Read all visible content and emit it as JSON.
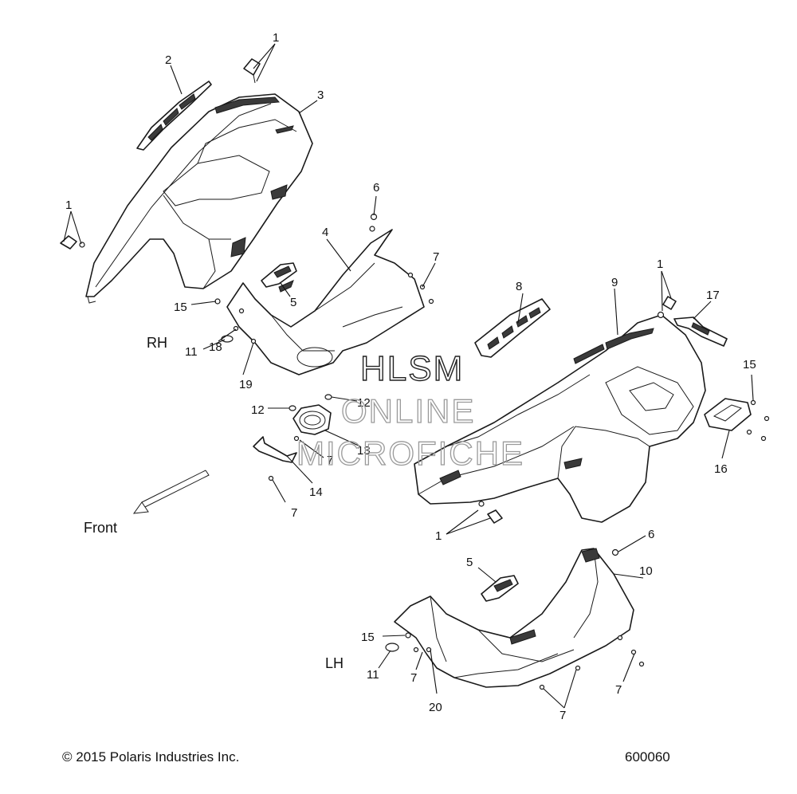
{
  "diagram": {
    "callouts": {
      "c1a": "1",
      "c1b": "1",
      "c1c": "1",
      "c1d": "1",
      "c2": "2",
      "c3": "3",
      "c4": "4",
      "c5a": "5",
      "c5b": "5",
      "c6a": "6",
      "c6b": "6",
      "c7a": "7",
      "c7b": "7",
      "c7c": "7",
      "c7d": "7",
      "c7e": "7",
      "c7f": "7",
      "c7g": "7",
      "c8": "8",
      "c9": "9",
      "c10": "10",
      "c11a": "11",
      "c11b": "11",
      "c12a": "12",
      "c12b": "12",
      "c13": "13",
      "c14": "14",
      "c15a": "15",
      "c15b": "15",
      "c15c": "15",
      "c16": "16",
      "c17": "17",
      "c18": "18",
      "c19": "19",
      "c20": "20"
    },
    "side_labels": {
      "rh": "RH",
      "lh": "LH"
    },
    "direction": {
      "front_label": "Front"
    },
    "watermark": {
      "line1": "HLSM",
      "line2": "ONLINE",
      "line3": "MICROFICHE"
    }
  },
  "footer": {
    "copyright": "© 2015 Polaris Industries Inc.",
    "diagram_number": "600060"
  }
}
